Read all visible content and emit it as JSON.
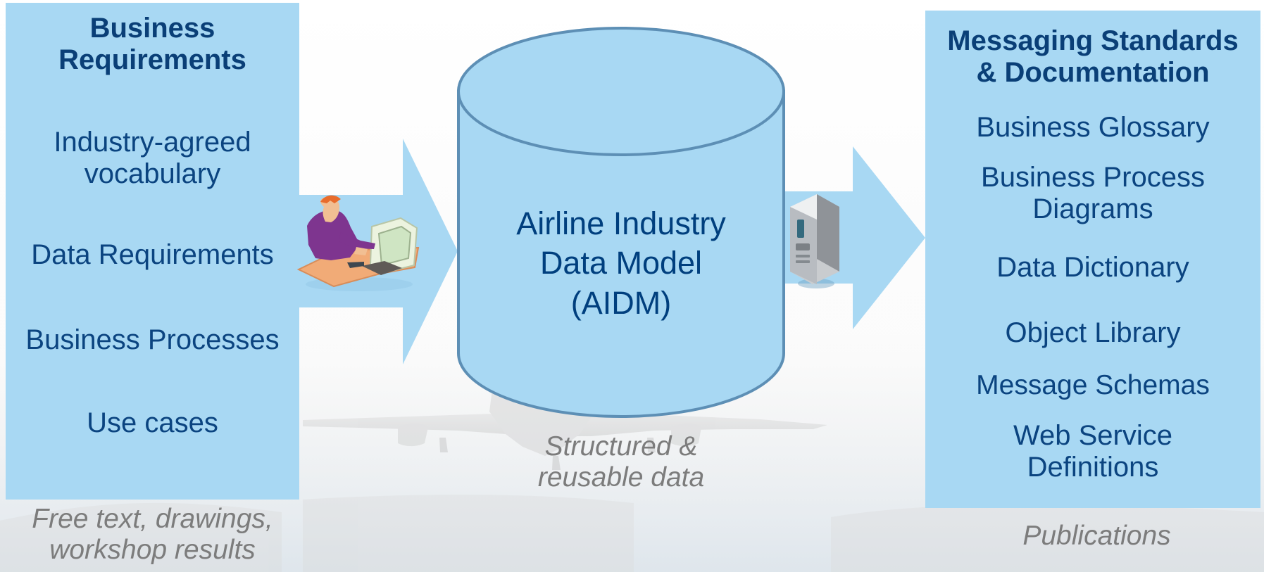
{
  "left": {
    "heading": "Business\nRequirements",
    "items": [
      "Industry-agreed\nvocabulary",
      "Data Requirements",
      "Business Processes",
      "Use cases"
    ],
    "caption": "Free text, drawings,\nworkshop results"
  },
  "center": {
    "label": "Airline Industry\nData Model\n(AIDM)",
    "caption": "Structured &\nreusable data"
  },
  "right": {
    "heading": "Messaging Standards\n& Documentation",
    "items": [
      "Business Glossary",
      "Business Process\nDiagrams",
      "Data Dictionary",
      "Object Library",
      "Message Schemas",
      "Web Service\nDefinitions"
    ],
    "caption": "Publications"
  },
  "colors": {
    "panel_fill": "#a8d8f3",
    "arrow_fill": "#a8d8f3",
    "cylinder_fill": "#a8d8f3",
    "cylinder_stroke": "#5d8fb5",
    "heading_text": "#0a3f77",
    "body_text": "#0b4480",
    "caption_text": "#7c7c7c"
  },
  "icons": {
    "person_at_computer": "person-at-computer-icon",
    "server": "server-icon",
    "airplane_background": "airplane-watermark"
  }
}
